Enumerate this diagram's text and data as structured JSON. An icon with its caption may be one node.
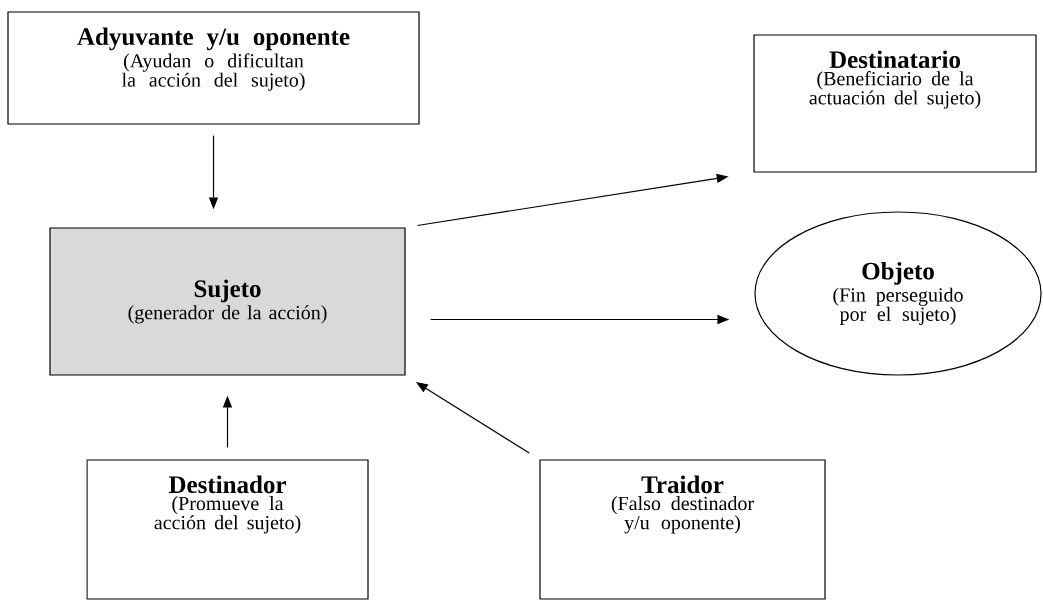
{
  "diagram": {
    "nodes": [
      {
        "text": [
          "Adyuvante y/u oponente",
          "(Ayudan o dificultan la acción del sujeto)"
        ]
      },
      {
        "text": [
          "Destinatario",
          "(Beneficiario de la actuación del sujeto)"
        ]
      },
      {
        "text": [
          "Sujeto",
          "(generador de la acción)"
        ]
      },
      {
        "text": [
          "Objeto",
          "(Fin perseguido por el sujeto)"
        ]
      },
      {
        "text": [
          "Destinador",
          "(Promueve la acción del sujeto)"
        ]
      },
      {
        "text": [
          "Traidor",
          "(Falso destinador y/u oponente)"
        ]
      }
    ],
    "edges": [
      {
        "from": 0,
        "to": 2,
        "arrow": "to"
      },
      {
        "from": 2,
        "to": 1,
        "arrow": "to"
      },
      {
        "from": 2,
        "to": 3,
        "arrow": "to"
      },
      {
        "from": 4,
        "to": 2,
        "arrow": "to"
      },
      {
        "from": 5,
        "to": 2,
        "arrow": "to"
      }
    ]
  }
}
